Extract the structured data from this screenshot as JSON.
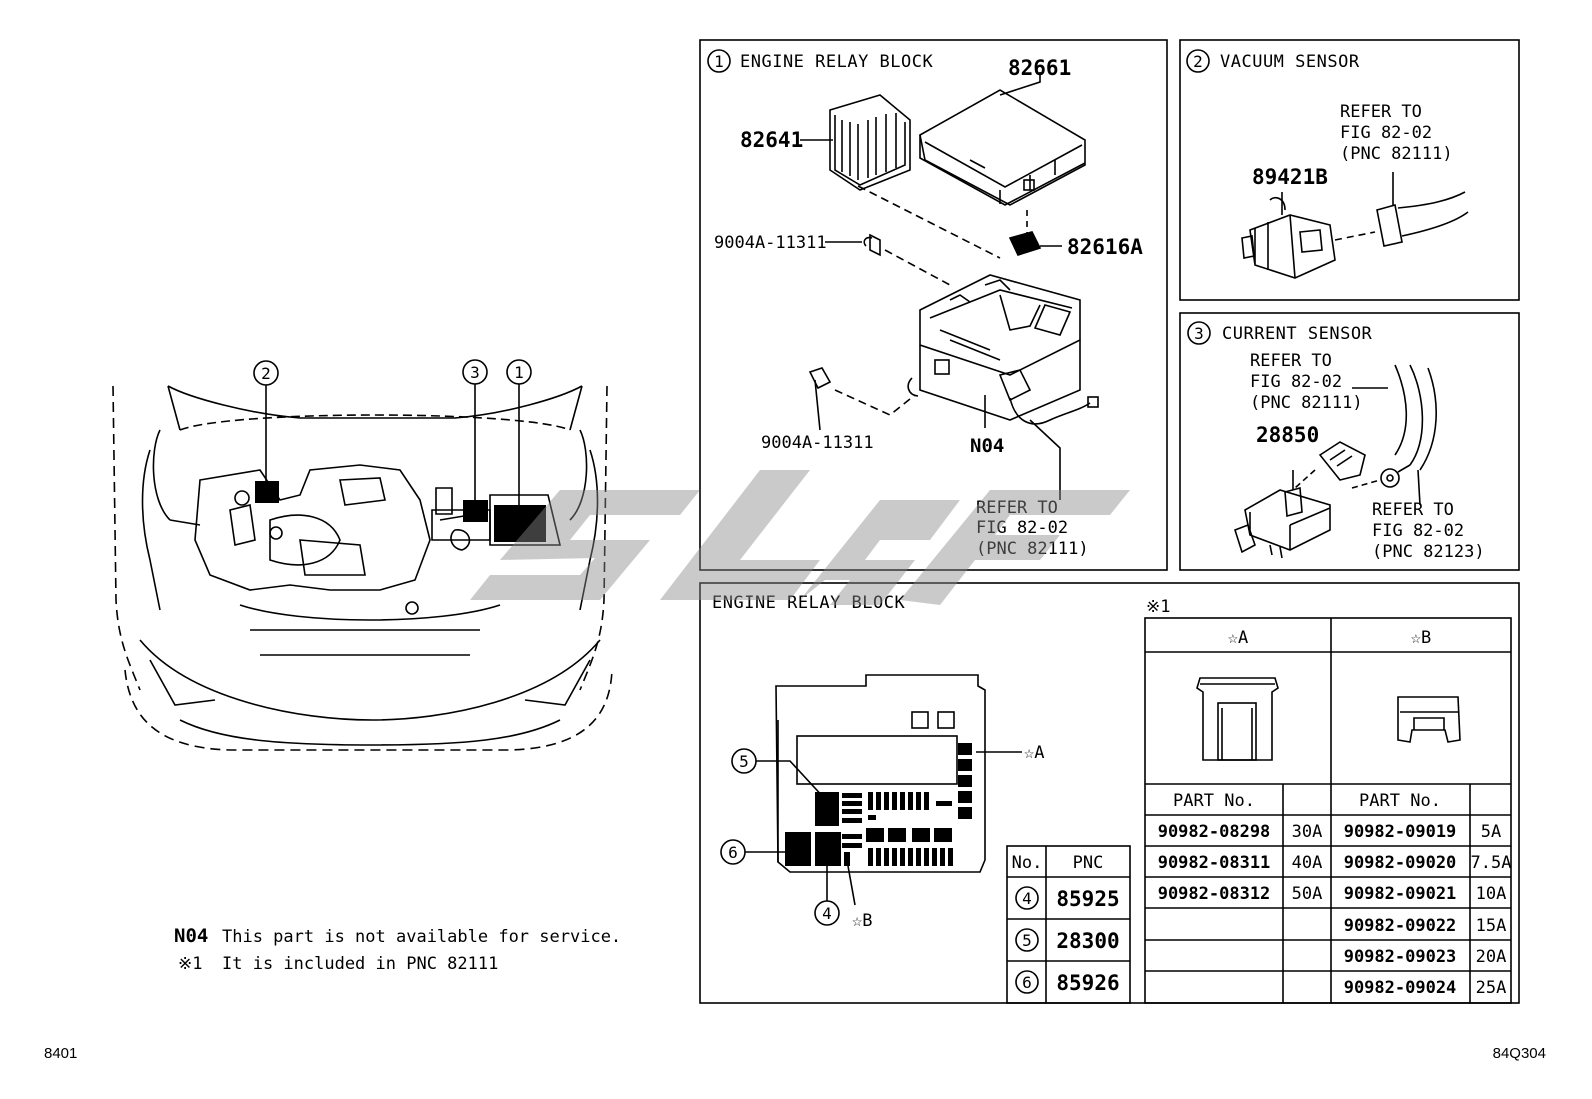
{
  "locator": {
    "callout_2": "2",
    "callout_3": "3",
    "callout_1": "1"
  },
  "notes": {
    "n04_code": "N04",
    "n04_text": "This part is not available for service.",
    "ref1_mark": "※1",
    "ref1_text": "It is included in PNC 82111"
  },
  "footer": {
    "left_code": "8401",
    "right_code": "84Q304"
  },
  "panel_engine_relay": {
    "number": "1",
    "title": "ENGINE RELAY BLOCK",
    "parts": {
      "p82661": "82661",
      "p82641": "82641",
      "p9004a_top": "9004A-11311",
      "p82616a": "82616A",
      "p9004a_bottom": "9004A-11311",
      "n04": "N04"
    },
    "refer": [
      "REFER TO",
      "FIG 82-02",
      "(PNC 82111)"
    ]
  },
  "panel_vacuum": {
    "number": "2",
    "title": "VACUUM SENSOR",
    "part": "89421B",
    "refer": [
      "REFER TO",
      "FIG 82-02",
      "(PNC 82111)"
    ]
  },
  "panel_current": {
    "number": "3",
    "title": "CURRENT SENSOR",
    "part": "28850",
    "refer_top": [
      "REFER TO",
      "FIG 82-02",
      "(PNC 82111)"
    ],
    "refer_right": [
      "REFER TO",
      "FIG 82-02",
      "(PNC 82123)"
    ]
  },
  "panel_layout": {
    "title": "ENGINE RELAY BLOCK",
    "callout_5": "5",
    "callout_6": "6",
    "callout_4": "4",
    "star_a": "☆A",
    "star_b": "☆B",
    "pnc_table": {
      "headers": [
        "No.",
        "PNC"
      ],
      "rows": [
        {
          "no": "4",
          "pnc": "85925"
        },
        {
          "no": "5",
          "pnc": "28300"
        },
        {
          "no": "6",
          "pnc": "85926"
        }
      ]
    },
    "fuse_table": {
      "mark": "※1",
      "col_a": "☆A",
      "col_b": "☆B",
      "part_header": "PART No.",
      "rows_a": [
        {
          "part": "90982-08298",
          "amp": "30A"
        },
        {
          "part": "90982-08311",
          "amp": "40A"
        },
        {
          "part": "90982-08312",
          "amp": "50A"
        }
      ],
      "rows_b": [
        {
          "part": "90982-09019",
          "amp": "5A"
        },
        {
          "part": "90982-09020",
          "amp": "7.5A"
        },
        {
          "part": "90982-09021",
          "amp": "10A"
        },
        {
          "part": "90982-09022",
          "amp": "15A"
        },
        {
          "part": "90982-09023",
          "amp": "20A"
        },
        {
          "part": "90982-09024",
          "amp": "25A"
        }
      ]
    }
  }
}
